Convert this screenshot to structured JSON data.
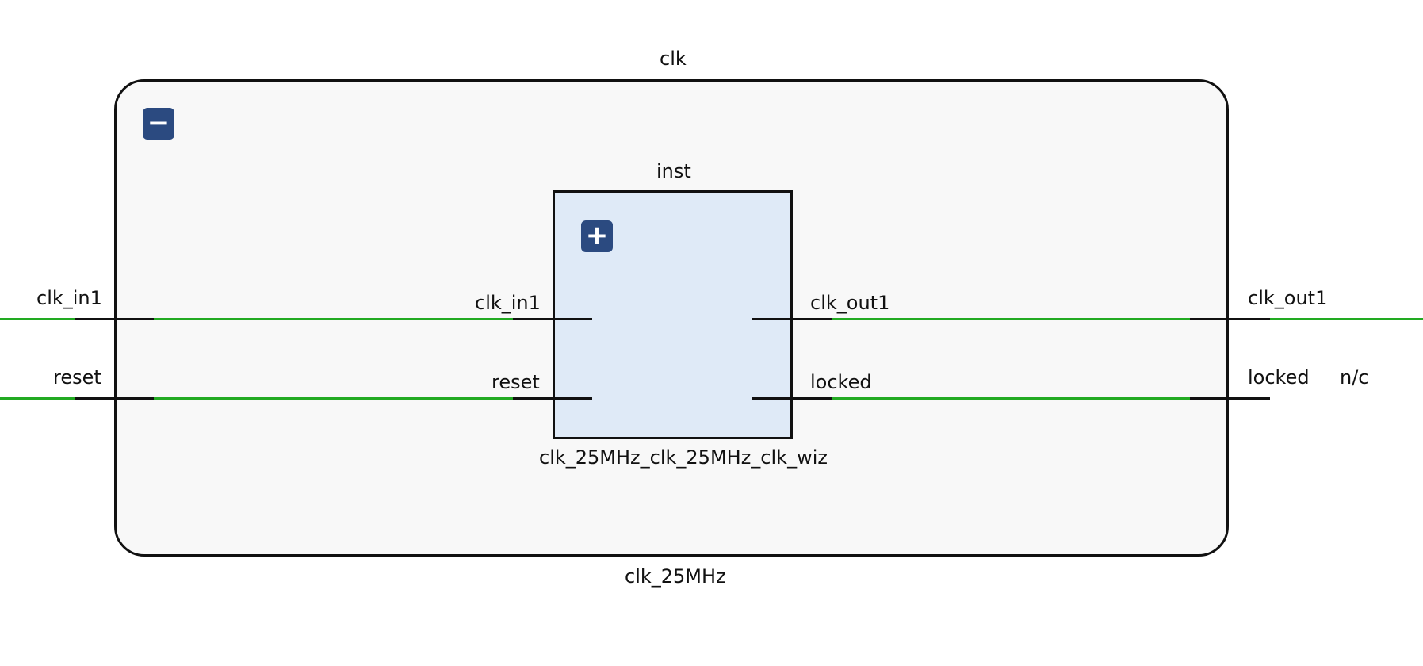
{
  "hierarchy": {
    "outer": {
      "instance_label": "clk",
      "module_label": "clk_25MHz",
      "toggle_symbol": "−",
      "toggle_icon": "collapse-icon",
      "ports_in": [
        "clk_in1",
        "reset"
      ],
      "ports_out": [
        "clk_out1",
        "locked"
      ],
      "no_connect_label": "n/c"
    },
    "inner": {
      "instance_label": "inst",
      "module_label": "clk_25MHz_clk_25MHz_clk_wiz",
      "toggle_symbol": "+",
      "toggle_icon": "expand-icon",
      "ports_in": [
        "clk_in1",
        "reset"
      ],
      "ports_out": [
        "clk_out1",
        "locked"
      ]
    }
  },
  "colors": {
    "net": "#22aa22",
    "pin": "#111111",
    "outer_fill": "#f8f8f8",
    "inner_fill": "#dfeaf7",
    "button": "#2b4a80"
  }
}
